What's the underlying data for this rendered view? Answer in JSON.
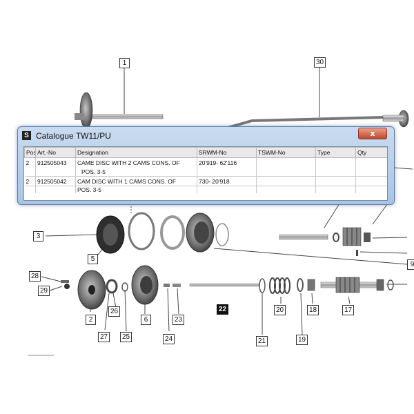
{
  "dialog": {
    "app_icon": "S",
    "title": "Catalogue TW11/PU",
    "close_label": "x",
    "columns": [
      "Pos",
      "Art.-No",
      "Designation",
      "SRWM-No",
      "TSWM-No",
      "Type",
      "Qty"
    ],
    "rows": [
      {
        "pos": "2",
        "art_no": "912505043",
        "designation": "CAME DISC WITH 2 CAMS CONS. OF",
        "designation2": "POS. 3-5",
        "srwm": "20'919-  62'116",
        "tswm": "",
        "type": "",
        "qty": ""
      },
      {
        "pos": "2",
        "art_no": "912505042",
        "designation": "CAM DISC WITH 1 CAMS CONS. OF",
        "designation2": "POS. 3-5",
        "srwm": "730-  20'918",
        "tswm": "",
        "type": "",
        "qty": ""
      }
    ]
  },
  "callouts": {
    "c1": "1",
    "c30": "30",
    "c3": "3",
    "c5": "5",
    "c28": "28",
    "c29": "29",
    "c2": "2",
    "c26": "26",
    "c27": "27",
    "c25": "25",
    "c6": "6",
    "c24": "24",
    "c23": "23",
    "c22": "22",
    "c21": "21",
    "c20": "20",
    "c19": "19",
    "c18": "18",
    "c17": "17",
    "c9": "9"
  },
  "colors": {
    "dialog_frame": "#a9c4e4",
    "close_button": "#c0482c",
    "highlight_callout": "#111111"
  }
}
